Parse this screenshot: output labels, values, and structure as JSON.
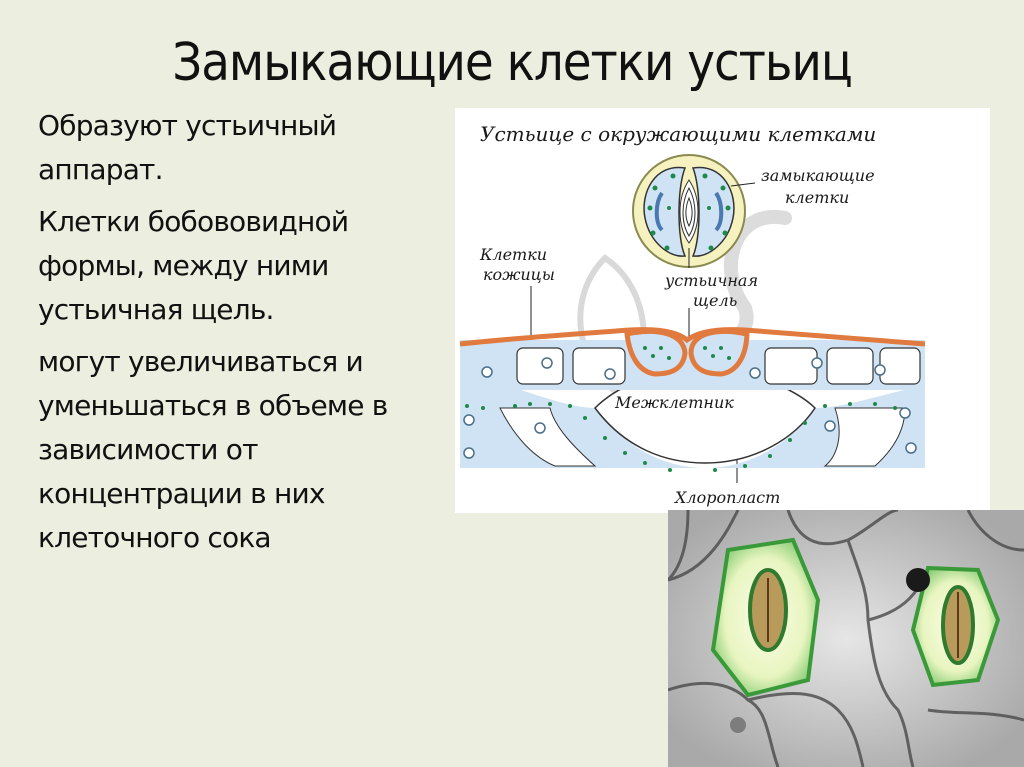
{
  "slide": {
    "title": "Замыкающие клетки устьиц",
    "background_color": "#eceedf"
  },
  "body": {
    "paragraphs": [
      "Образуют устьичный аппарат.",
      "Клетки бобововидной формы, между ними устьичная щель.",
      "могут увеличиваться и уменьшаться в объеме в зависимости от концентрации в них клеточного сока"
    ]
  },
  "diagram": {
    "title": "Устьице с окружающими клетками",
    "labels": {
      "guard_cells_line1": "замыкающие",
      "guard_cells_line2": "клетки",
      "epidermis_line1": "Клетки",
      "epidermis_line2": "кожицы",
      "stomatal_slit_line1": "устьичная",
      "stomatal_slit_line2": "щель",
      "intercellular": "Межклетник",
      "chloroplast": "Хлоропласт"
    },
    "colors": {
      "cuticle": "#e07a3f",
      "cell_fill": "#cfe3f5",
      "chloroplast": "#1e8a4a",
      "guard_ring": "#f6f2c0"
    }
  },
  "photo": {
    "subject": "micrograph-of-stomata",
    "accent_color": "#4caf50"
  }
}
